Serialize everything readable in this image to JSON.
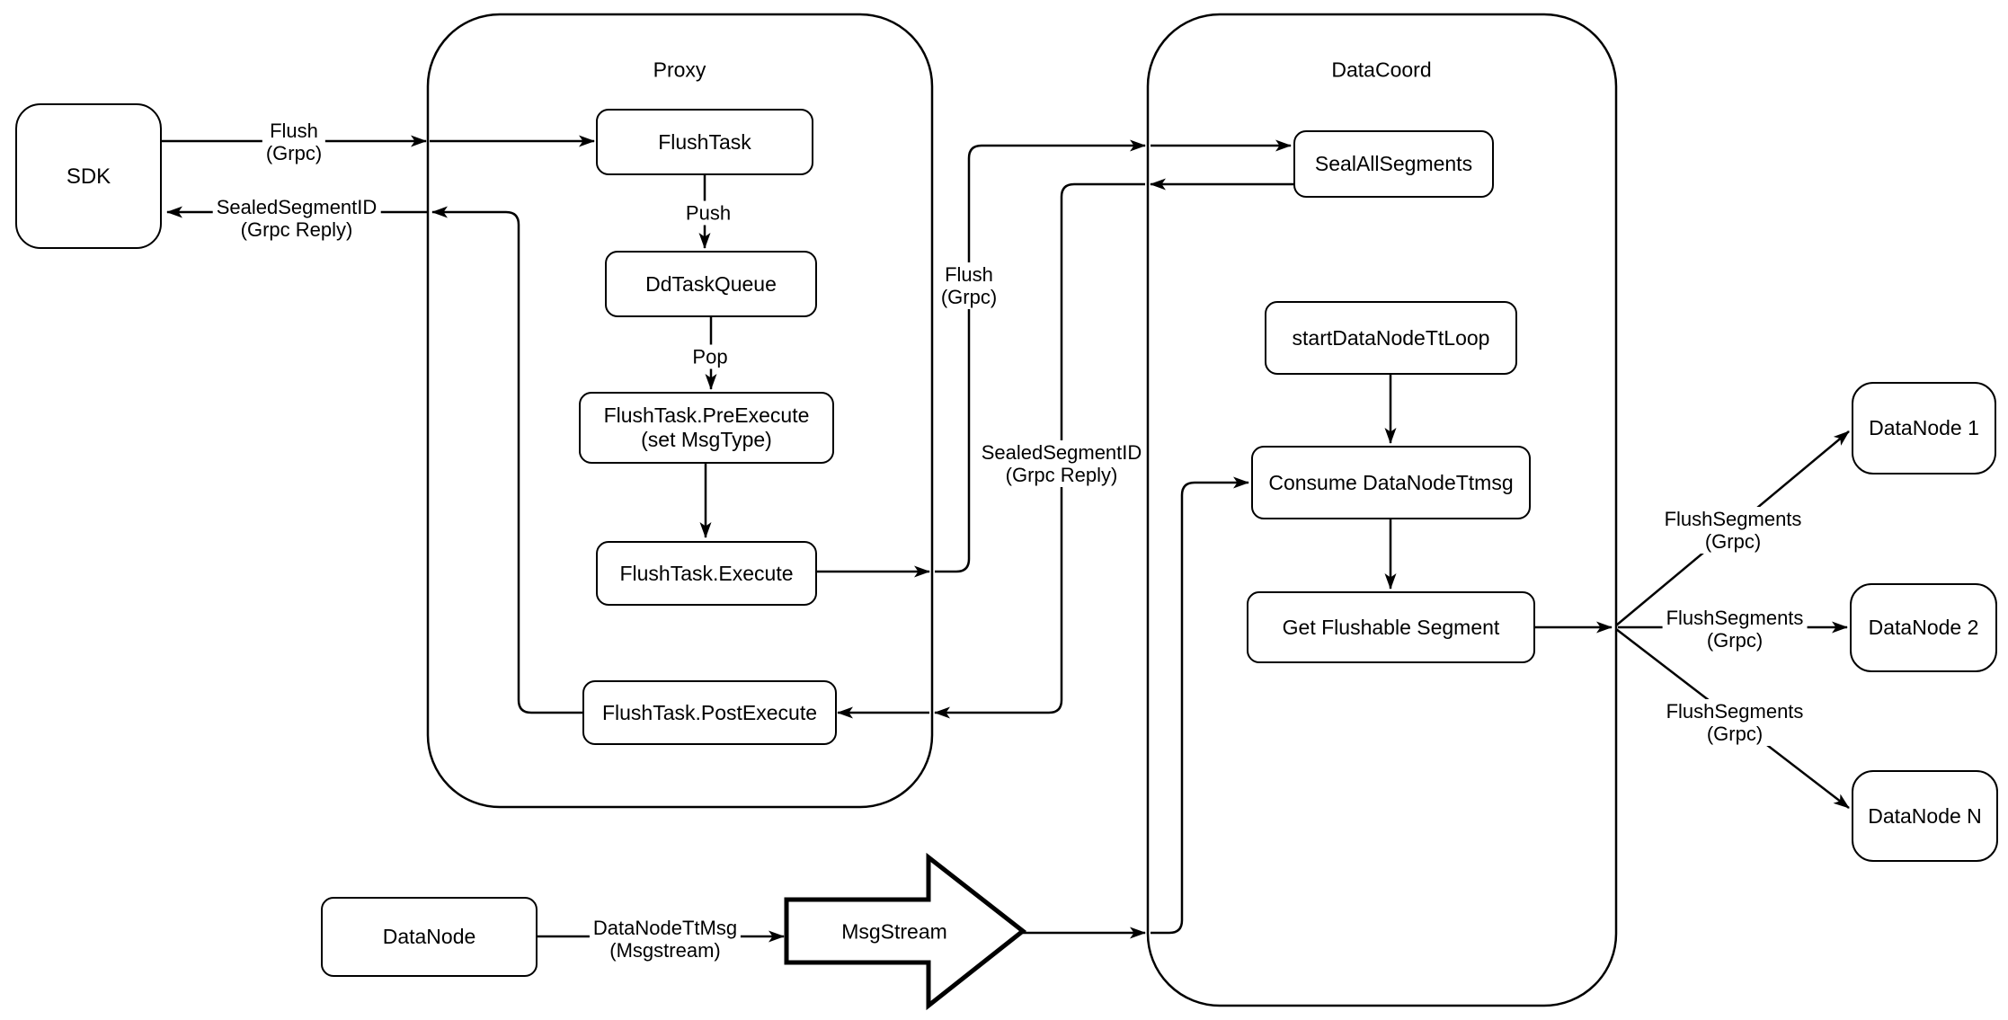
{
  "colors": {
    "background": "#ffffff",
    "stroke": "#000000",
    "text": "#000000",
    "node_fill": "#ffffff"
  },
  "containers": {
    "proxy": "Proxy",
    "datacoord": "DataCoord"
  },
  "nodes": {
    "sdk": "SDK",
    "flush_task": "FlushTask",
    "dd_task_queue": "DdTaskQueue",
    "pre_execute_line1": "FlushTask.PreExecute",
    "pre_execute_line2": "(set MsgType)",
    "execute": "FlushTask.Execute",
    "post_execute": "FlushTask.PostExecute",
    "seal_all_segments": "SealAllSegments",
    "start_data_node_tt_loop": "startDataNodeTtLoop",
    "consume_data_node_ttmsg": "Consume DataNodeTtmsg",
    "get_flushable_segment": "Get Flushable Segment",
    "datanode_1": "DataNode 1",
    "datanode_2": "DataNode 2",
    "datanode_n": "DataNode N",
    "datanode": "DataNode",
    "msgstream": "MsgStream"
  },
  "edge_labels": {
    "sdk_to_proxy_line1": "Flush",
    "sdk_to_proxy_line2": "(Grpc)",
    "proxy_to_sdk_line1": "SealedSegmentID",
    "proxy_to_sdk_line2": "(Grpc Reply)",
    "push": "Push",
    "pop": "Pop",
    "execute_to_datacoord_line1": "Flush",
    "execute_to_datacoord_line2": "(Grpc)",
    "datacoord_to_proxy_line1": "SealedSegmentID",
    "datacoord_to_proxy_line2": "(Grpc Reply)",
    "flush_segments_1_line1": "FlushSegments",
    "flush_segments_1_line2": "(Grpc)",
    "flush_segments_2_line1": "FlushSegments",
    "flush_segments_2_line2": "(Grpc)",
    "flush_segments_n_line1": "FlushSegments",
    "flush_segments_n_line2": "(Grpc)",
    "datanode_ttmsg_line1": "DataNodeTtMsg",
    "datanode_ttmsg_line2": "(Msgstream)"
  }
}
